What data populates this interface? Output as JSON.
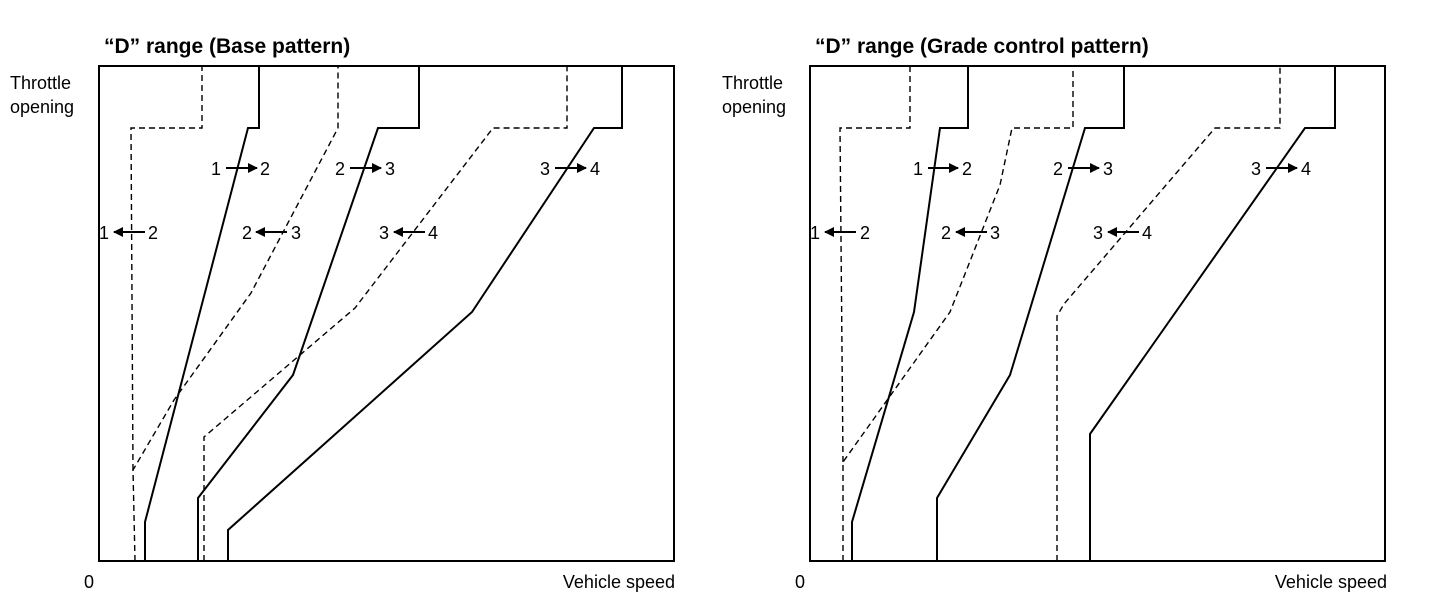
{
  "panels": [
    {
      "title": "“D” range (Base pattern)",
      "y_label_line1": "Throttle",
      "y_label_line2": "opening",
      "origin_label": "0",
      "x_label": "Vehicle speed",
      "upshifts": [
        {
          "from": "1",
          "to": "2"
        },
        {
          "from": "2",
          "to": "3"
        },
        {
          "from": "3",
          "to": "4"
        }
      ],
      "downshifts": [
        {
          "from": "1",
          "to": "2"
        },
        {
          "from": "2",
          "to": "3"
        },
        {
          "from": "3",
          "to": "4"
        }
      ]
    },
    {
      "title": "“D” range (Grade control pattern)",
      "y_label_line1": "Throttle",
      "y_label_line2": "opening",
      "origin_label": "0",
      "x_label": "Vehicle speed",
      "upshifts": [
        {
          "from": "1",
          "to": "2"
        },
        {
          "from": "2",
          "to": "3"
        },
        {
          "from": "3",
          "to": "4"
        }
      ],
      "downshifts": [
        {
          "from": "1",
          "to": "2"
        },
        {
          "from": "2",
          "to": "3"
        },
        {
          "from": "3",
          "to": "4"
        }
      ]
    }
  ]
}
